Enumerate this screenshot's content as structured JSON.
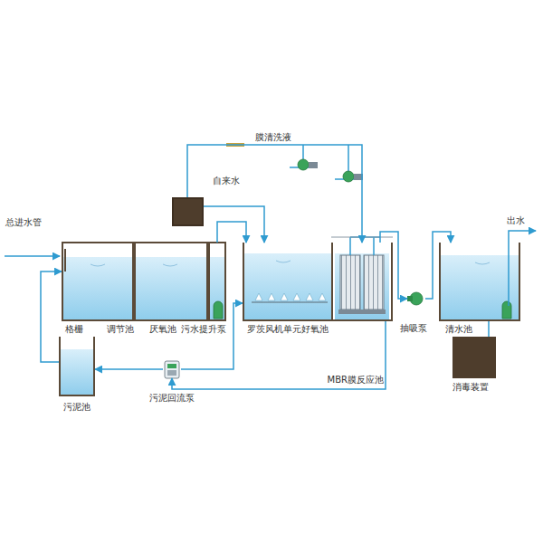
{
  "diagram": {
    "nodes": [
      {
        "text": [
          "自来水"
        ]
      },
      {
        "text": [
          "调节池"
        ]
      },
      {
        "text": [
          "厌氧池"
        ]
      },
      {
        "text": [
          "污水提升泵"
        ]
      },
      {
        "text": [
          "罗茨风机单元好氧池"
        ]
      },
      {
        "text": [
          "MBR膜反应池"
        ]
      },
      {
        "text": [
          "抽吸泵"
        ]
      },
      {
        "text": [
          "清水池"
        ]
      },
      {
        "text": [
          "污泥池"
        ]
      },
      {
        "text": [
          "污泥回流泵"
        ]
      },
      {
        "text": [
          "消毒装置"
        ]
      }
    ],
    "edges": [
      {
        "from": 3,
        "to": 4,
        "arrow": "to"
      },
      {
        "from": 5,
        "to": 6,
        "arrow": "to"
      },
      {
        "from": 6,
        "to": 7,
        "arrow": "to"
      },
      {
        "from": 5,
        "to": 9,
        "arrow": "to"
      },
      {
        "from": 9,
        "to": 4,
        "arrow": "to"
      },
      {
        "from": 9,
        "to": 8,
        "arrow": "to"
      },
      {
        "from": 8,
        "to": 1,
        "arrow": "to"
      },
      {
        "from": 10,
        "to": 7,
        "arrow": "none"
      },
      {
        "from": 0,
        "to": 5,
        "label": "膜清洗液",
        "arrow": "to"
      },
      {
        "from": 0,
        "to": 4,
        "arrow": "to"
      }
    ],
    "labels": [
      "总进水管",
      "格栅",
      "出水"
    ]
  }
}
